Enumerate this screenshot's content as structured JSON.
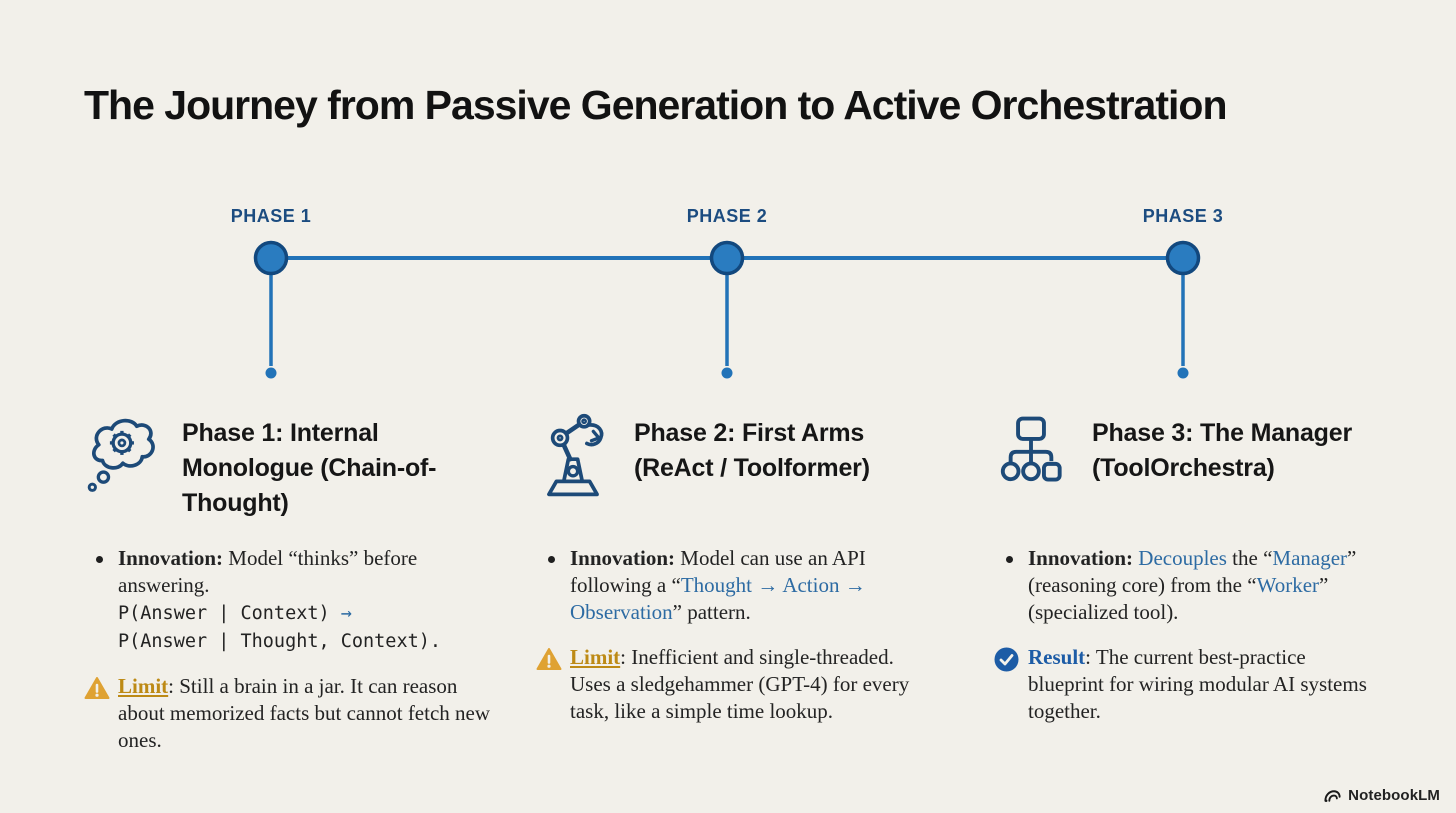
{
  "page": {
    "title": "The Journey from Passive Generation to Active Orchestration",
    "background_color": "#f2f0ea"
  },
  "colors": {
    "timeline_blue": "#2273b8",
    "dot_fill": "#2a7cc0",
    "dot_border": "#12487e",
    "phase_label_navy": "#1c4c80",
    "icon_navy": "#1d4a78",
    "link_blue": "#2d6ba3",
    "limit_gold_text": "#bd8a15",
    "warning_amber": "#dfa233",
    "result_blue": "#1d5ca6",
    "body_text": "#232323"
  },
  "timeline": {
    "phase_labels": [
      "PHASE 1",
      "PHASE 2",
      "PHASE 3"
    ]
  },
  "columns": [
    {
      "icon": "thought-bubble-gear-icon",
      "heading": "Phase 1: Internal Monologue (Chain-of-Thought)",
      "items": [
        {
          "icon": "bullet-dot",
          "segments": [
            {
              "text": "Innovation:",
              "style": "bold"
            },
            {
              "text": " Model “thinks” before answering.",
              "style": ""
            },
            {
              "style": "br"
            },
            {
              "text": "P(Answer | Context) ",
              "style": "code"
            },
            {
              "text": "→",
              "style": "code arrow"
            },
            {
              "style": "br"
            },
            {
              "text": "P(Answer | Thought, Context).",
              "style": "code"
            }
          ]
        },
        {
          "icon": "warning-icon",
          "segments": [
            {
              "text": "Limit",
              "style": "limit"
            },
            {
              "text": ": Still a brain in a jar. It can reason about memorized facts but cannot fetch new ones.",
              "style": ""
            }
          ]
        }
      ]
    },
    {
      "icon": "robot-arm-icon",
      "heading": "Phase 2: First Arms (ReAct / Toolformer)",
      "items": [
        {
          "icon": "bullet-dot",
          "segments": [
            {
              "text": "Innovation:",
              "style": "bold"
            },
            {
              "text": " Model can use an API following a “",
              "style": ""
            },
            {
              "text": "Thought → Action → Observation",
              "style": "blue"
            },
            {
              "text": "” pattern.",
              "style": ""
            }
          ]
        },
        {
          "icon": "warning-icon",
          "segments": [
            {
              "text": "Limit",
              "style": "limit"
            },
            {
              "text": ": Inefficient and single-threaded. Uses a sledgehammer (GPT-4) for every task, like a simple time lookup.",
              "style": ""
            }
          ]
        }
      ]
    },
    {
      "icon": "org-chart-icon",
      "heading": "Phase 3: The Manager (ToolOrchestra)",
      "items": [
        {
          "icon": "bullet-dot",
          "segments": [
            {
              "text": "Innovation:",
              "style": "bold"
            },
            {
              "text": " ",
              "style": ""
            },
            {
              "text": "Decouples",
              "style": "blue"
            },
            {
              "text": " the “",
              "style": ""
            },
            {
              "text": "Manager",
              "style": "blue"
            },
            {
              "text": "” (reasoning core) from the “",
              "style": ""
            },
            {
              "text": "Worker",
              "style": "blue"
            },
            {
              "text": "” (specialized tool).",
              "style": ""
            }
          ]
        },
        {
          "icon": "check-icon",
          "segments": [
            {
              "text": "Result",
              "style": "result"
            },
            {
              "text": ": The current best-practice blueprint for wiring modular AI systems together.",
              "style": ""
            }
          ]
        }
      ]
    }
  ],
  "watermark": {
    "icon": "notebooklm-logo-icon",
    "label": "NotebookLM"
  }
}
